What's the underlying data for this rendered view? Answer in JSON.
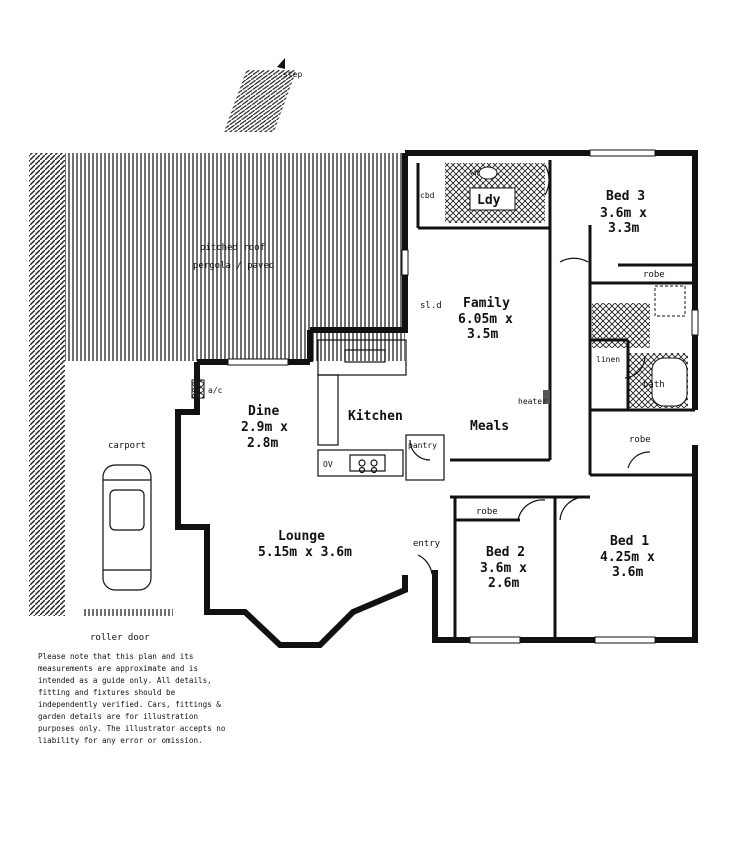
{
  "labels": {
    "step": "step",
    "pergola": [
      "pitched roof",
      "pergola / paved"
    ],
    "cbd": "cbd",
    "wm": "wm",
    "ldy": "Ldy",
    "bed3": [
      "Bed 3",
      "3.6m x",
      "3.3m"
    ],
    "robe_bed3": "robe",
    "sld": "sl.d",
    "family": [
      "Family",
      "6.05m x",
      "3.5m"
    ],
    "linen": "linen",
    "bath": "bath",
    "ac": "a/c",
    "heater": "heater",
    "dine": [
      "Dine",
      "2.9m x",
      "2.8m"
    ],
    "kitchen": "Kitchen",
    "meals": "Meals",
    "pantry": "pantry",
    "ov": "OV",
    "carport": "carport",
    "robe_bed1": "robe",
    "robe_bed2": "robe",
    "lounge": [
      "Lounge",
      "5.15m x 3.6m"
    ],
    "entry": "entry",
    "bed2": [
      "Bed 2",
      "3.6m x",
      "2.6m"
    ],
    "bed1": [
      "Bed 1",
      "4.25m x",
      "3.6m"
    ],
    "roller_door": "roller door"
  },
  "disclaimer": "Please note that this plan and its measurements are approximate and is intended as a guide only. All details, fitting and fixtures should be independently verified. Cars, fittings & garden details are for illustration purposes only. The illustrator accepts no liability for any error or omission."
}
